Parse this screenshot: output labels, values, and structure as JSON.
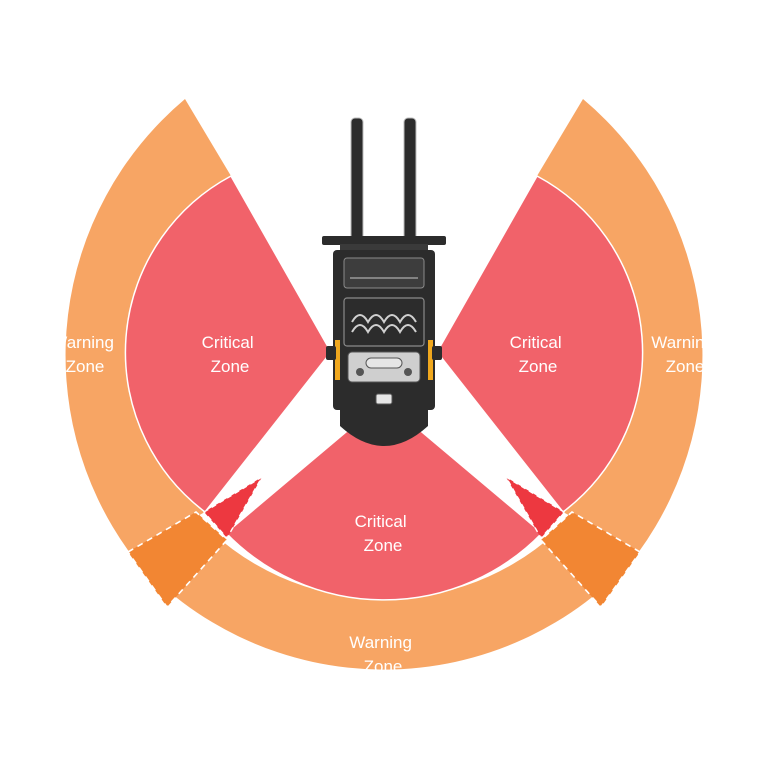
{
  "zones": {
    "left_warning": [
      "Warning",
      "Zone"
    ],
    "left_critical": [
      "Critical",
      "Zone"
    ],
    "right_critical": [
      "Critical",
      "Zone"
    ],
    "right_warning": [
      "Warning",
      "Zone"
    ],
    "rear_critical": [
      "Critical",
      "Zone"
    ],
    "rear_warning": [
      "Warning",
      "Zone"
    ]
  },
  "colors": {
    "warning": "#f7a564",
    "warning_overlap": "#f28633",
    "critical": "#f1626a",
    "critical_overlap": "#ed3840",
    "vehicle_body": "#2c2c2c",
    "vehicle_accent": "#f0a81e",
    "background": "#ffffff"
  },
  "vehicle": "forklift-top-view"
}
